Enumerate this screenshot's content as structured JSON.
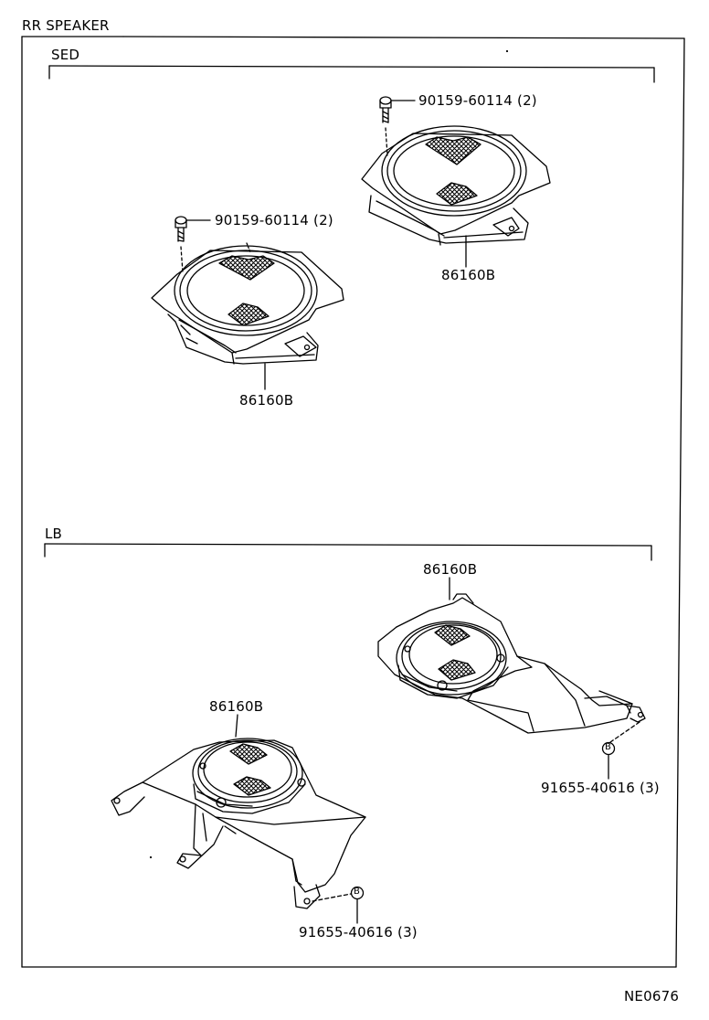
{
  "title": "RR SPEAKER",
  "diagram_id": "NE0676",
  "sections": {
    "sedan": {
      "label": "SED",
      "parts": {
        "upper_screw": "90159-60114 (2)",
        "lower_screw": "90159-60114 (2)",
        "upper_speaker": "86160B",
        "lower_speaker": "86160B"
      }
    },
    "liftback": {
      "label": "LB",
      "parts": {
        "right_speaker": "86160B",
        "left_speaker": "86160B",
        "right_nut": "91655-40616 (3)",
        "left_nut": "91655-40616 (3)",
        "ref_marker": "B"
      }
    }
  }
}
